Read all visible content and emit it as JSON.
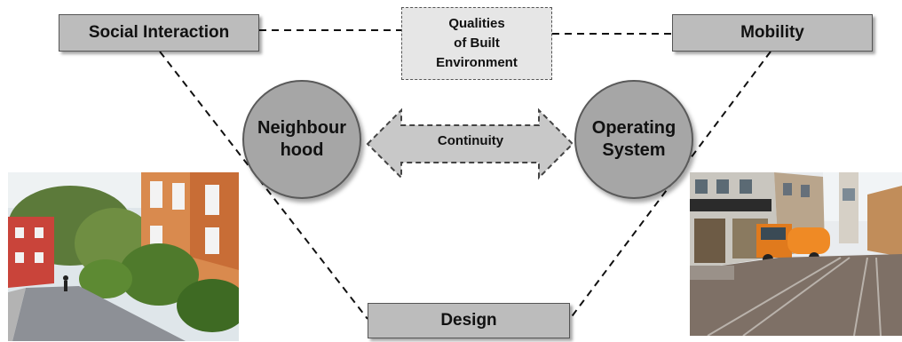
{
  "nodes": {
    "social_interaction": "Social Interaction",
    "mobility": "Mobility",
    "design": "Design",
    "qualities_lines": [
      "Qualities",
      "of Built",
      "Environment"
    ],
    "neighbourhood_lines": [
      "Neighbour",
      "hood"
    ],
    "operating_system_lines": [
      "Operating",
      "System"
    ],
    "continuity": "Continuity"
  },
  "photos": {
    "left": "residential-street-photo",
    "right": "city-street-tram-photo"
  },
  "colors": {
    "box_fill": "#bcbcbc",
    "circle_fill": "#a6a6a6",
    "arrow_fill": "#c8c8c8",
    "line": "#111111"
  }
}
